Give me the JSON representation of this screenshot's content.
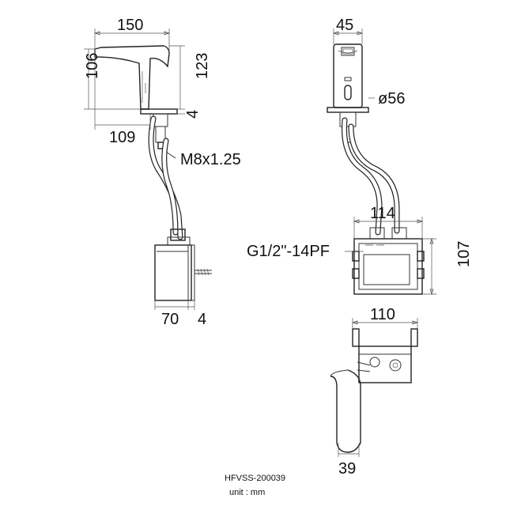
{
  "dimensions": {
    "top_width": "150",
    "height_left": "106",
    "height_total": "123",
    "deck_thickness": "4",
    "base_offset": "109",
    "thread": "M8x1.25",
    "box_depth": "70",
    "box_plate": "4",
    "front_width": "45",
    "base_diameter": "ø56",
    "box_width": "114",
    "inlet_thread": "G1/2\"-14PF",
    "box_height": "107",
    "bottom_box_width": "110",
    "handle_width": "39"
  },
  "footer": {
    "model": "HFVSS-200039",
    "unit": "unit : mm"
  }
}
